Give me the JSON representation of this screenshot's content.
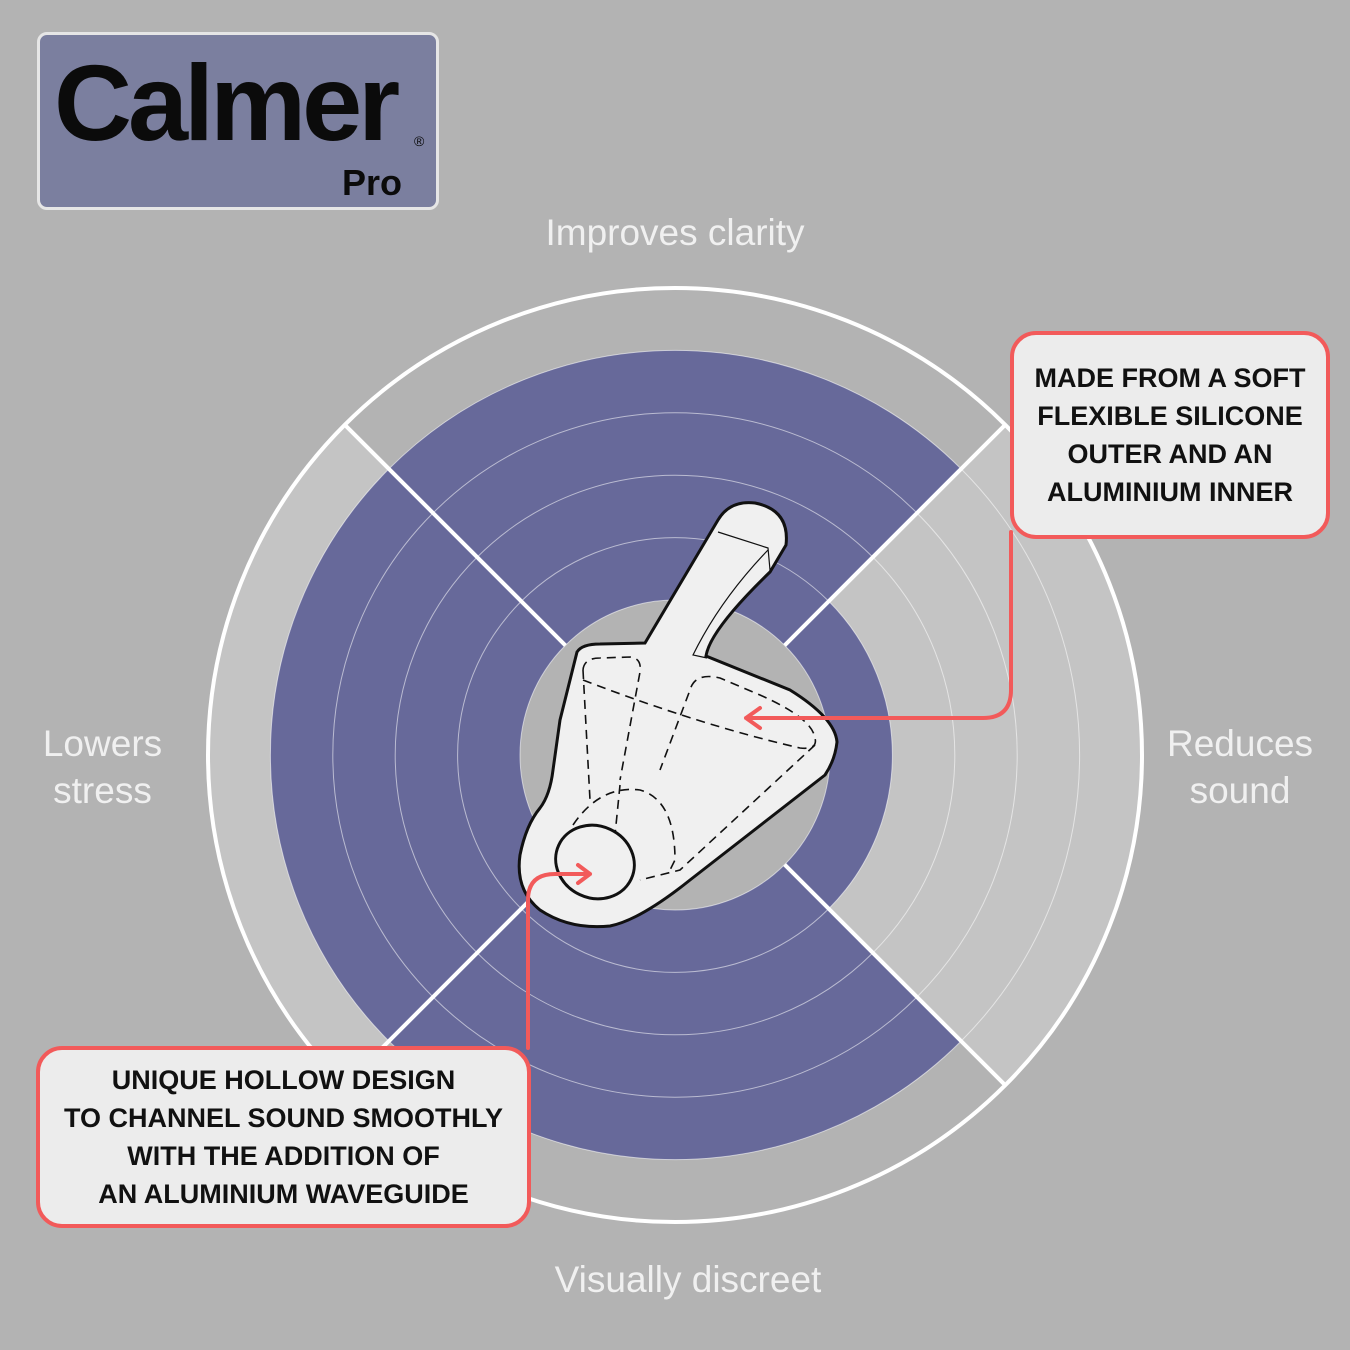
{
  "brand": {
    "name": "Calmer",
    "registered": "®",
    "sub": "Pro"
  },
  "chart_data": {
    "type": "polar-area",
    "categories": [
      "Improves clarity",
      "Reduces sound",
      "Visually discreet",
      "Lowers stress"
    ],
    "values": [
      4,
      1,
      4,
      4
    ],
    "rmax": 5,
    "colors": {
      "fill": "#67699a",
      "background": "#b3b3b3",
      "remaining": "#c4c4c4",
      "grid": "#ffffff",
      "callout_border": "#f25a5a"
    }
  },
  "callouts": {
    "top_right": [
      "MADE FROM A SOFT",
      "FLEXIBLE SILICONE",
      "OUTER AND AN",
      "ALUMINIUM INNER"
    ],
    "bottom_left": [
      "UNIQUE HOLLOW DESIGN",
      "TO CHANNEL SOUND SMOOTHLY",
      "WITH THE ADDITION OF",
      "AN ALUMINIUM WAVEGUIDE"
    ]
  }
}
